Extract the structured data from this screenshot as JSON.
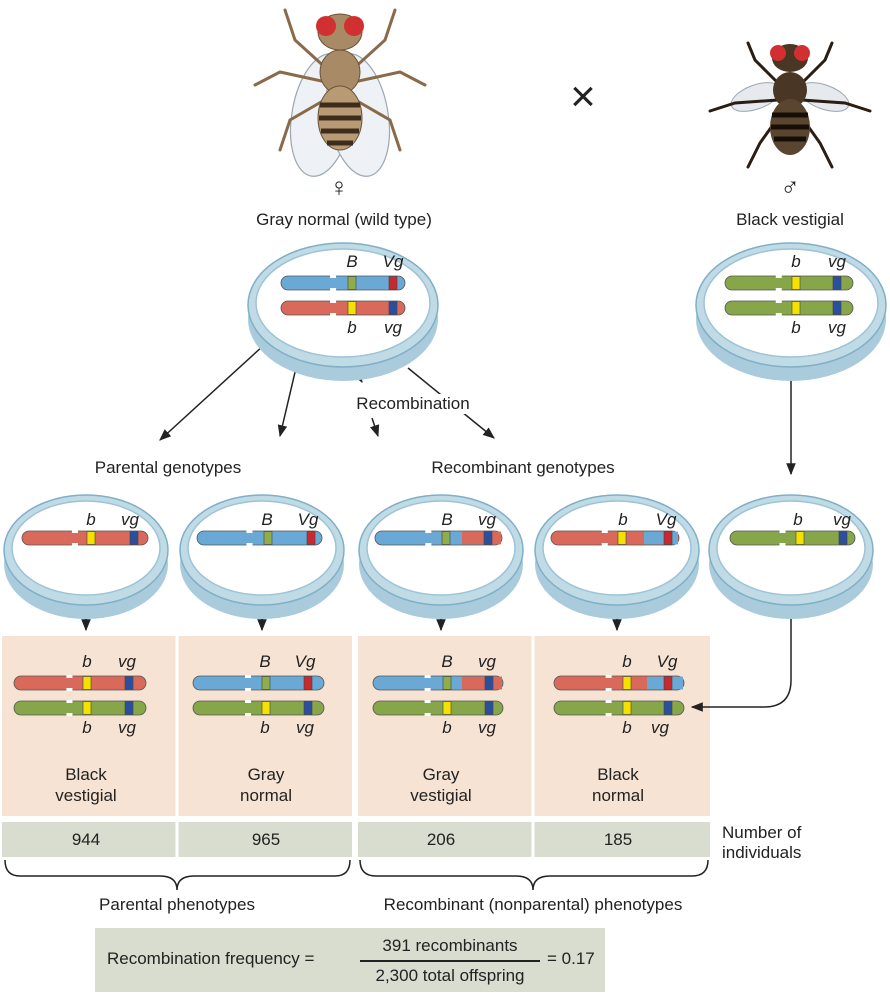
{
  "cross": {
    "female_symbol": "♀",
    "male_symbol": "♂",
    "cross_symbol": "×",
    "female_label": "Gray normal (wild type)",
    "male_label": "Black vestigial"
  },
  "female_cell": {
    "top": {
      "gene1": "B",
      "gene2": "Vg"
    },
    "bottom": {
      "gene1": "b",
      "gene2": "vg"
    }
  },
  "male_cell": {
    "top": {
      "gene1": "b",
      "gene2": "vg"
    },
    "bottom": {
      "gene1": "b",
      "gene2": "vg"
    }
  },
  "recombination_label": "Recombination",
  "group_labels": {
    "parental_genotypes": "Parental genotypes",
    "recombinant_genotypes": "Recombinant genotypes",
    "parental_phenotypes": "Parental phenotypes",
    "recombinant_phenotypes": "Recombinant (nonparental) phenotypes",
    "number_of_individuals": "Number of\nindividuals"
  },
  "gametes": [
    {
      "gene1": "b",
      "gene2": "vg"
    },
    {
      "gene1": "B",
      "gene2": "Vg"
    },
    {
      "gene1": "B",
      "gene2": "vg"
    },
    {
      "gene1": "b",
      "gene2": "Vg"
    },
    {
      "gene1": "b",
      "gene2": "vg"
    }
  ],
  "offspring": [
    {
      "top": {
        "gene1": "b",
        "gene2": "vg"
      },
      "bottom": {
        "gene1": "b",
        "gene2": "vg"
      },
      "phenotype": "Black\nvestigial",
      "count": "944"
    },
    {
      "top": {
        "gene1": "B",
        "gene2": "Vg"
      },
      "bottom": {
        "gene1": "b",
        "gene2": "vg"
      },
      "phenotype": "Gray\nnormal",
      "count": "965"
    },
    {
      "top": {
        "gene1": "B",
        "gene2": "vg"
      },
      "bottom": {
        "gene1": "b",
        "gene2": "vg"
      },
      "phenotype": "Gray\nvestigial",
      "count": "206"
    },
    {
      "top": {
        "gene1": "b",
        "gene2": "Vg"
      },
      "bottom": {
        "gene1": "b",
        "gene2": "vg"
      },
      "phenotype": "Black\nnormal",
      "count": "185"
    }
  ],
  "formula": {
    "left": "Recombination frequency =",
    "numerator": "391 recombinants",
    "denominator": "2,300 total offspring",
    "right": "= 0.17"
  },
  "colors": {
    "maternal_red": "#d9695b",
    "maternal_blue": "#6aa9d6",
    "paternal_green": "#86a649",
    "yellow_band": "#f4e100",
    "blue_band": "#2b4f9e",
    "green_band": "#8fae4a",
    "red_band": "#c8282e",
    "offspring_bg": "#f6e3d3",
    "count_bg": "#d8ddcf",
    "cell_fill": "#c0dbe6",
    "cell_inner": "#ffffff"
  }
}
